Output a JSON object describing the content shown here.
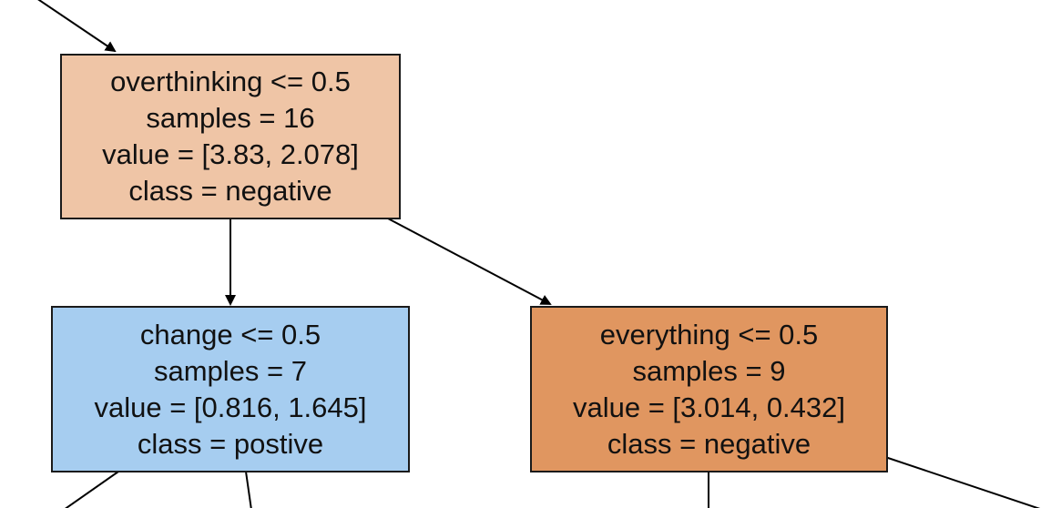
{
  "tree": {
    "nodes": [
      {
        "id": "overthinking",
        "split": "overthinking <= 0.5",
        "samples": "samples = 16",
        "value": "value = [3.83, 2.078]",
        "class": "class = negative",
        "fill": "#efc5a6"
      },
      {
        "id": "change",
        "split": "change <= 0.5",
        "samples": "samples = 7",
        "value": "value = [0.816, 1.645]",
        "class": "class = postive",
        "fill": "#a6cdf0"
      },
      {
        "id": "everything",
        "split": "everything <= 0.5",
        "samples": "samples = 9",
        "value": "value = [3.014, 0.432]",
        "class": "class = negative",
        "fill": "#e09660"
      }
    ],
    "edge_color": "#000000"
  }
}
